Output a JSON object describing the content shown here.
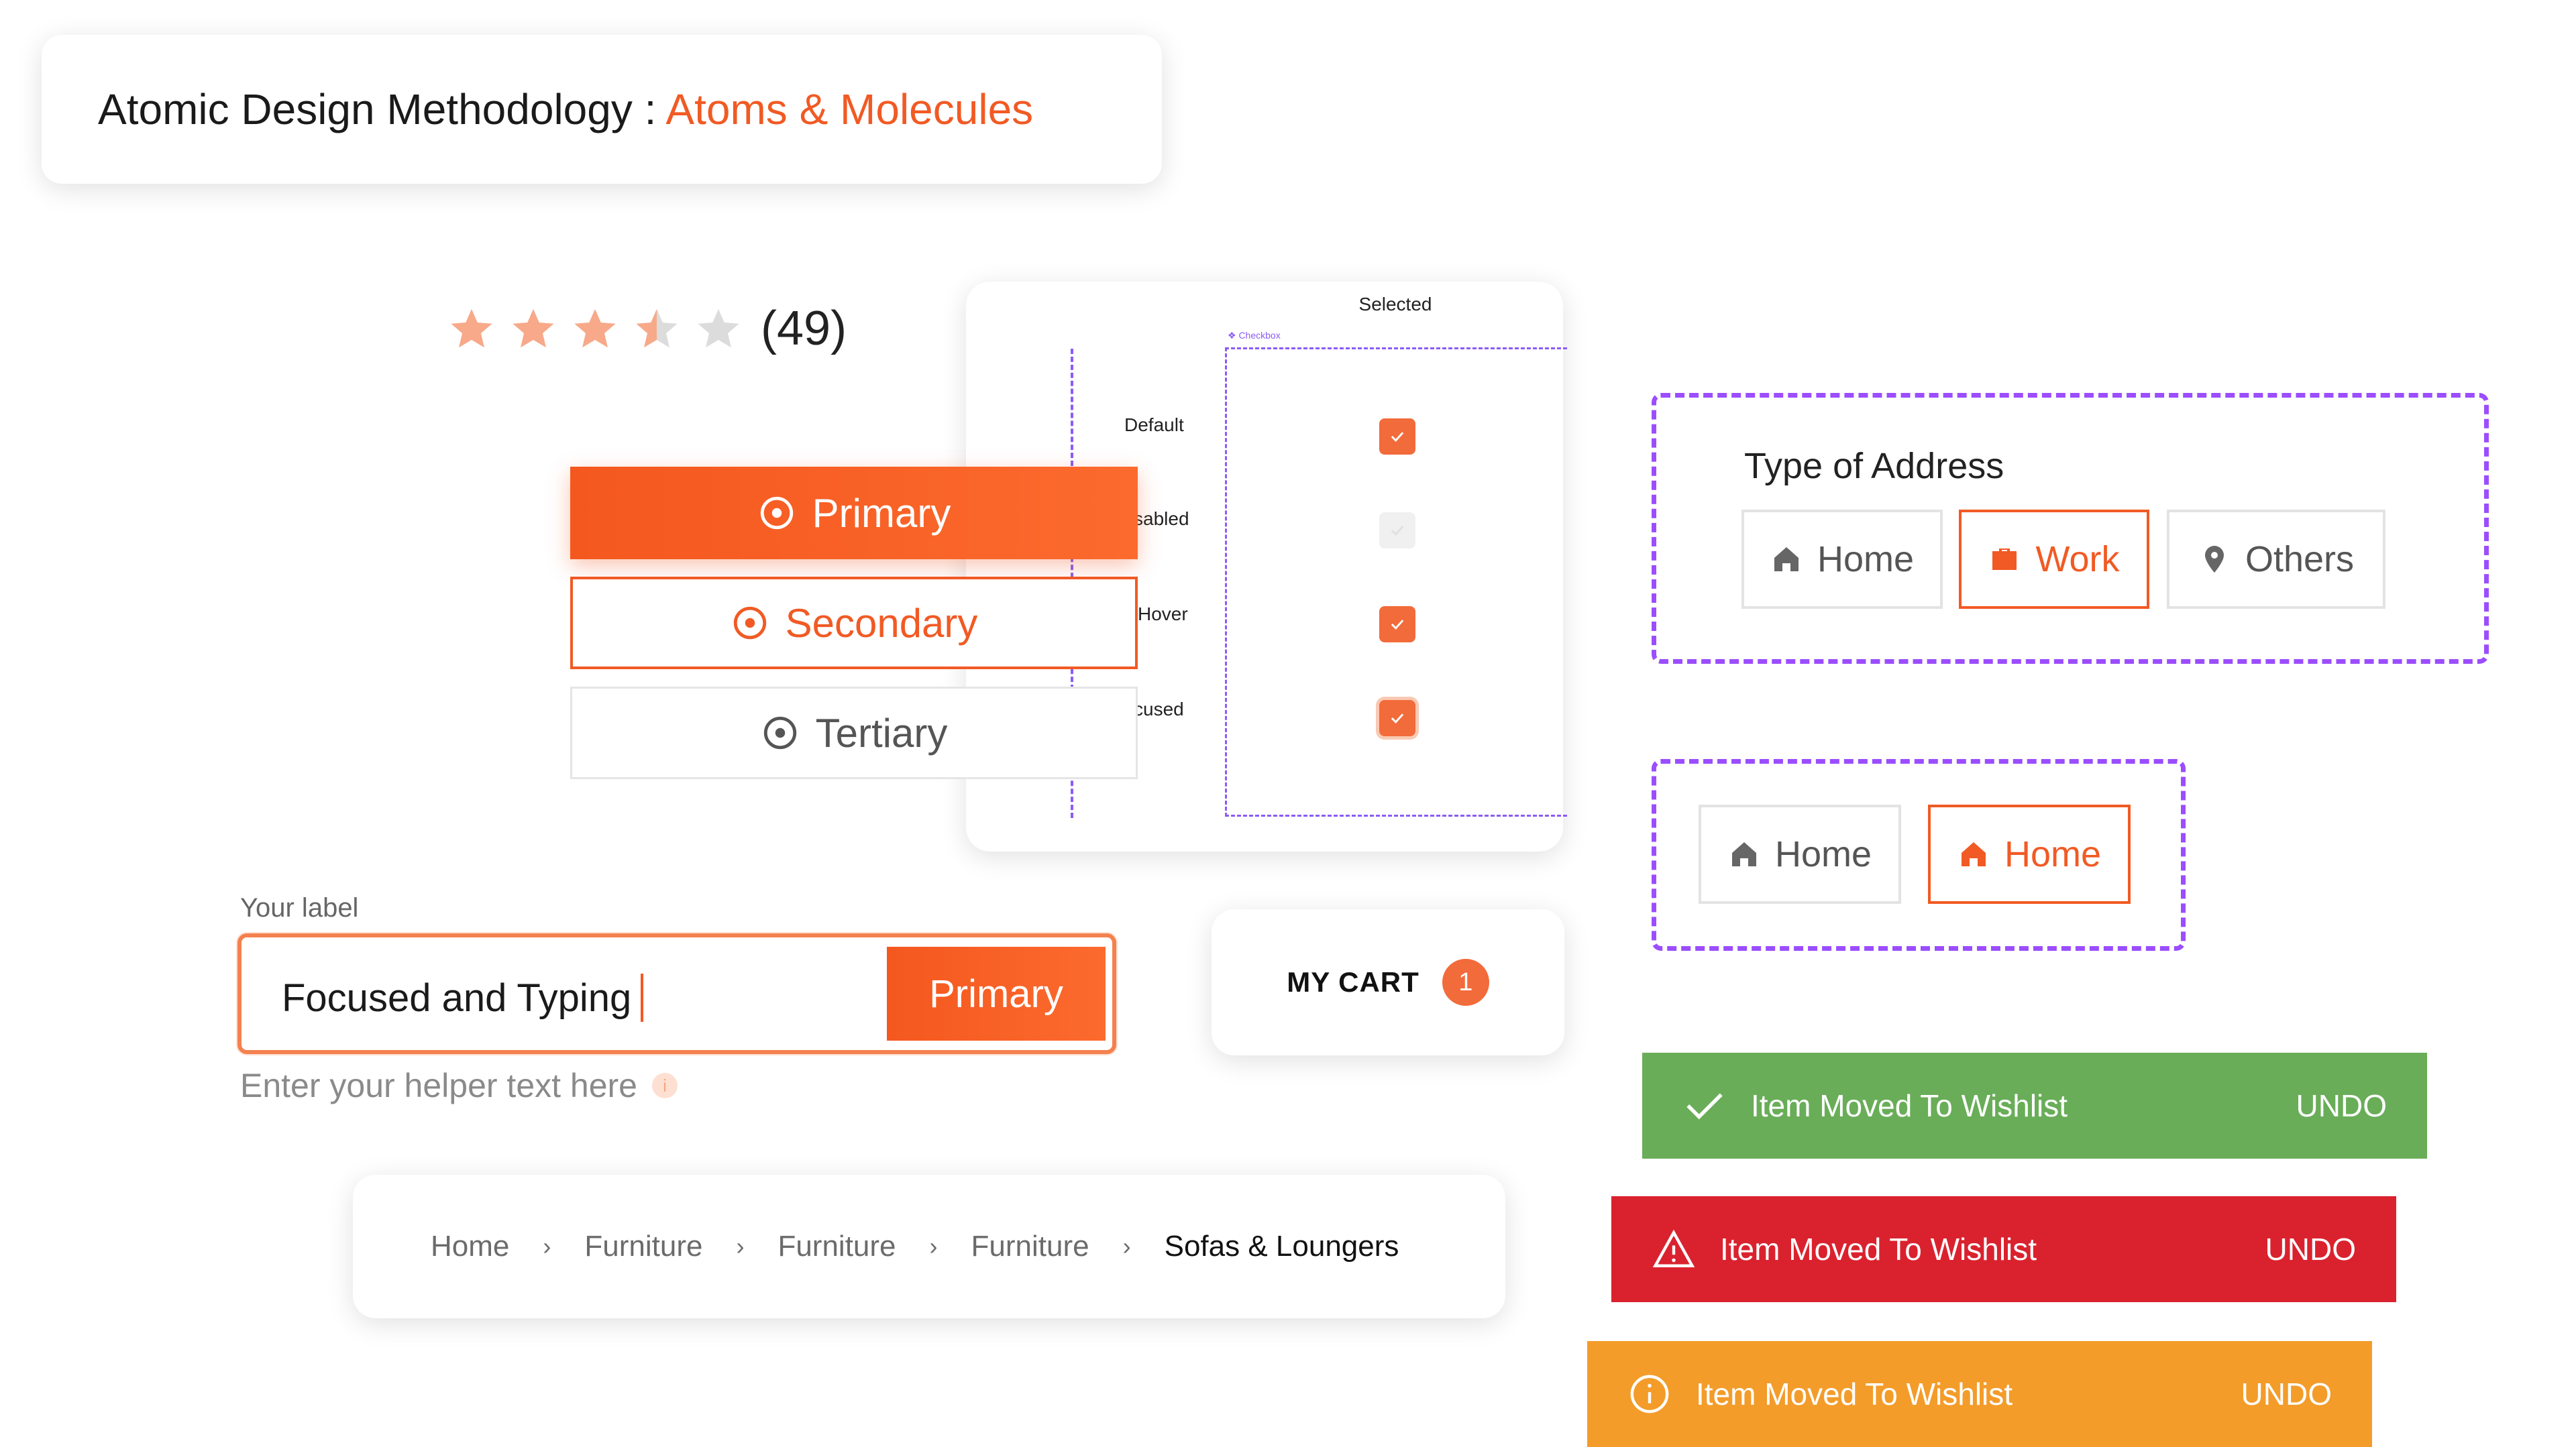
{
  "title": {
    "prefix": "Atomic Design Methodology :",
    "accent": "Atoms & Molecules"
  },
  "rating": {
    "value": 3.5,
    "max": 5,
    "count_text": "(49)"
  },
  "checkbox_panel": {
    "column_label": "Selected",
    "component_tag": "❖ Checkbox",
    "rows": [
      {
        "label": "Default",
        "state": "checked"
      },
      {
        "label": "sabled",
        "state": "disabled"
      },
      {
        "label": "Hover",
        "state": "checked"
      },
      {
        "label": "cused",
        "state": "focused"
      }
    ]
  },
  "buttons": {
    "primary": "Primary",
    "secondary": "Secondary",
    "tertiary": "Tertiary"
  },
  "input": {
    "label": "Your label",
    "value": "Focused and Typing",
    "button": "Primary",
    "helper": "Enter your helper text here",
    "helper_icon": "i"
  },
  "cart": {
    "label": "MY CART",
    "count": "1"
  },
  "breadcrumb": {
    "items": [
      "Home",
      "Furniture",
      "Furniture",
      "Furniture"
    ],
    "current": "Sofas & Loungers",
    "separator": "›"
  },
  "address_type": {
    "title": "Type of Address",
    "options": [
      {
        "label": "Home",
        "icon": "home-icon",
        "selected": false
      },
      {
        "label": "Work",
        "icon": "briefcase-icon",
        "selected": true
      },
      {
        "label": "Others",
        "icon": "location-pin-icon",
        "selected": false
      }
    ]
  },
  "home_states": {
    "default": "Home",
    "selected": "Home"
  },
  "snackbars": [
    {
      "type": "success",
      "message": "Item Moved To Wishlist",
      "action": "UNDO",
      "color": "#69ad58",
      "icon": "check-icon"
    },
    {
      "type": "error",
      "message": "Item Moved To Wishlist",
      "action": "UNDO",
      "color": "#da222e",
      "icon": "warning-icon"
    },
    {
      "type": "warning",
      "message": "Item Moved To Wishlist",
      "action": "UNDO",
      "color": "#f39c2a",
      "icon": "info-icon"
    }
  ],
  "colors": {
    "accent": "#f15a24",
    "dashed_outline": "#9b4dff"
  }
}
